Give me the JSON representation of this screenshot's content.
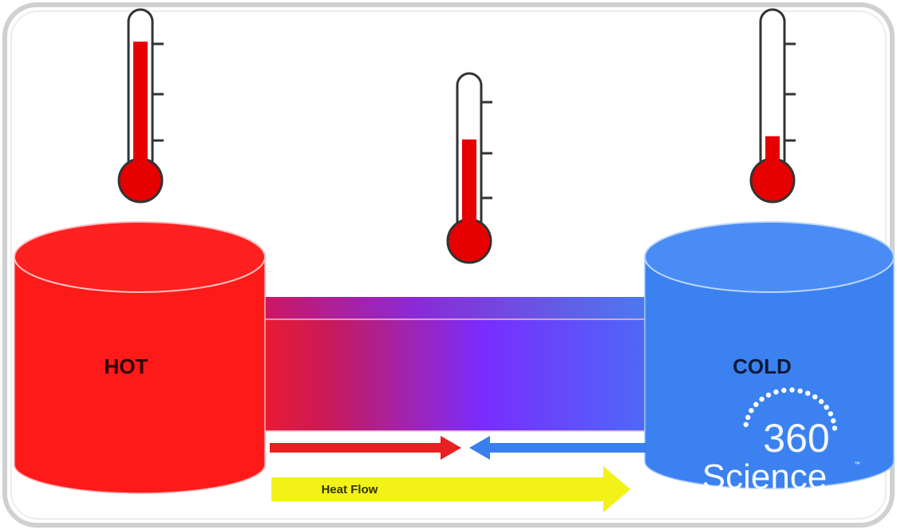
{
  "labels": {
    "hot": "HOT",
    "cold": "COLD",
    "heat_flow": "Heat Flow"
  },
  "logo": {
    "line1": "360",
    "line2": "Science",
    "trademark": "™"
  },
  "thermometers": [
    {
      "name": "hot",
      "level": 0.85
    },
    {
      "name": "middle",
      "level": 0.62
    },
    {
      "name": "cold",
      "level": 0.22
    }
  ],
  "colors": {
    "hot": "#ff1a1a",
    "cold": "#3b82f0",
    "mix": "#7a2cff",
    "mercury": "#e60000",
    "heat_flow_arrow": "#f2f21a",
    "hot_arrow": "#e82020",
    "cold_arrow": "#3a7ff0",
    "frame_shadow": "#c9c9c9"
  }
}
